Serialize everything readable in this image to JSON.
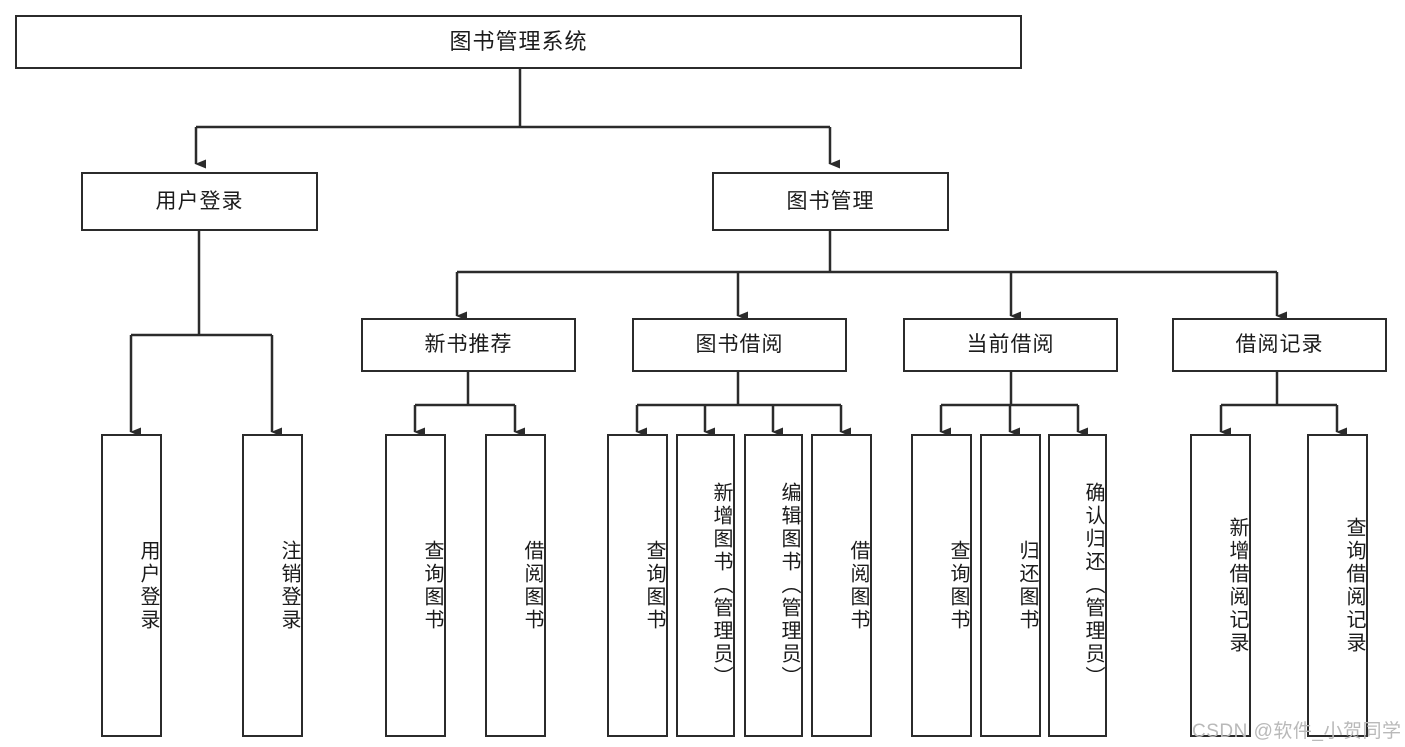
{
  "diagram": {
    "title": "图书管理系统",
    "watermark": "CSDN @软件_小贺同学",
    "stroke_color": "#2b2b2b",
    "background_color": "#ffffff",
    "text_color": "#1b1b1b",
    "watermark_color": "#b9b9b9",
    "levels": {
      "root": "图书管理系统",
      "level2": [
        "用户登录",
        "图书管理"
      ],
      "level3": [
        "新书推荐",
        "图书借阅",
        "当前借阅",
        "借阅记录"
      ]
    },
    "nodes": {
      "root": {
        "label": "图书管理系统"
      },
      "user_login": {
        "label": "用户登录"
      },
      "book_manage": {
        "label": "图书管理"
      },
      "new_book_rec": {
        "label": "新书推荐"
      },
      "book_borrow": {
        "label": "图书借阅"
      },
      "current_borrow": {
        "label": "当前借阅"
      },
      "borrow_record": {
        "label": "借阅记录"
      }
    },
    "leaves": {
      "user_login": [
        {
          "label": "用户登录"
        },
        {
          "label": "注销登录"
        }
      ],
      "new_book_rec": [
        {
          "label": "查询图书"
        },
        {
          "label": "借阅图书"
        }
      ],
      "book_borrow": [
        {
          "label": "查询图书"
        },
        {
          "label": "新增图书（管理员）"
        },
        {
          "label": "编辑图书（管理员）"
        },
        {
          "label": "借阅图书"
        }
      ],
      "current_borrow": [
        {
          "label": "查询图书"
        },
        {
          "label": "归还图书"
        },
        {
          "label": "确认归还（管理员）"
        }
      ],
      "borrow_record": [
        {
          "label": "新增借阅记录"
        },
        {
          "label": "查询借阅记录"
        }
      ]
    }
  }
}
